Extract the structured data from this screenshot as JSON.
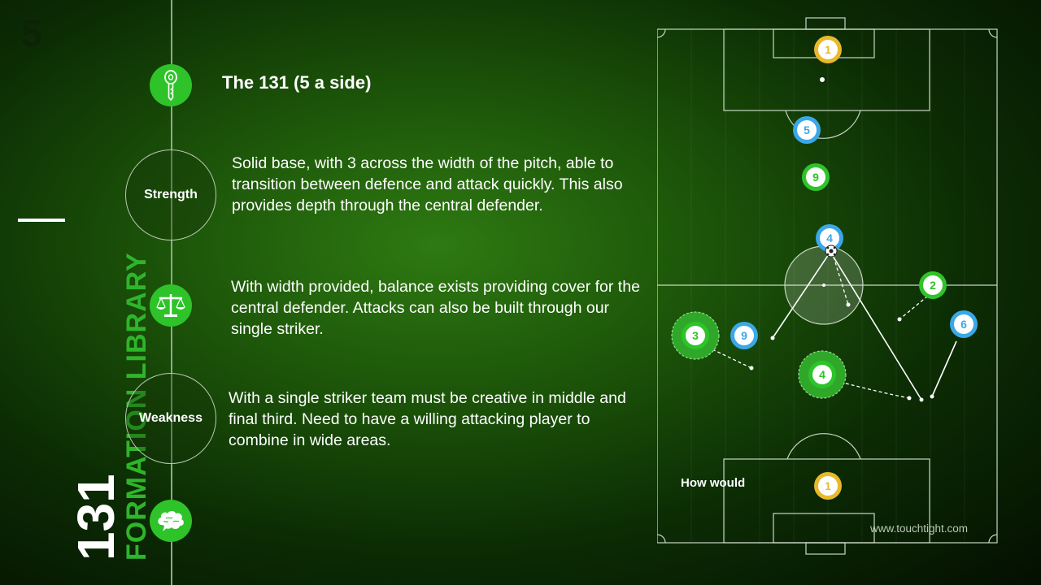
{
  "slide_number": "5",
  "title_number": "131",
  "title_library": "FORMATION LIBRARY",
  "heading": "The 131 (5 a side)",
  "sections": [
    {
      "id": "key",
      "icon": "key-icon",
      "label": ""
    },
    {
      "id": "strength",
      "label": "Strength",
      "text": "Solid base, with 3 across the width of the pitch, able to transition between defence and attack quickly. This also provides depth through the central defender."
    },
    {
      "id": "balance",
      "icon": "balance-scale-icon",
      "label": "",
      "text": "With width provided, balance exists providing cover for the central defender. Attacks can also be built through our single striker."
    },
    {
      "id": "weakness",
      "label": "Weakness",
      "text": "With a single striker team must be creative in middle and final third. Need to have a willing attacking player to combine in wide areas."
    },
    {
      "id": "brain",
      "icon": "brain-icon",
      "label": ""
    }
  ],
  "pitch": {
    "label": "How would",
    "website": "www.touchtight.com",
    "players": [
      {
        "number": "1",
        "team": "yellow",
        "pos": "top-goal"
      },
      {
        "number": "5",
        "team": "blue"
      },
      {
        "number": "9",
        "team": "green"
      },
      {
        "number": "4",
        "team": "blue"
      },
      {
        "number": "2",
        "team": "green"
      },
      {
        "number": "3",
        "team": "green",
        "highlight": true
      },
      {
        "number": "9",
        "team": "blue"
      },
      {
        "number": "6",
        "team": "blue"
      },
      {
        "number": "4",
        "team": "green",
        "highlight": true
      },
      {
        "number": "1",
        "team": "yellow",
        "pos": "bottom-goal"
      }
    ]
  },
  "colors": {
    "green": "#2fc32a",
    "blue": "#3aa8e8",
    "yellow": "#e8b92b",
    "title_green": "#2fb52a"
  }
}
